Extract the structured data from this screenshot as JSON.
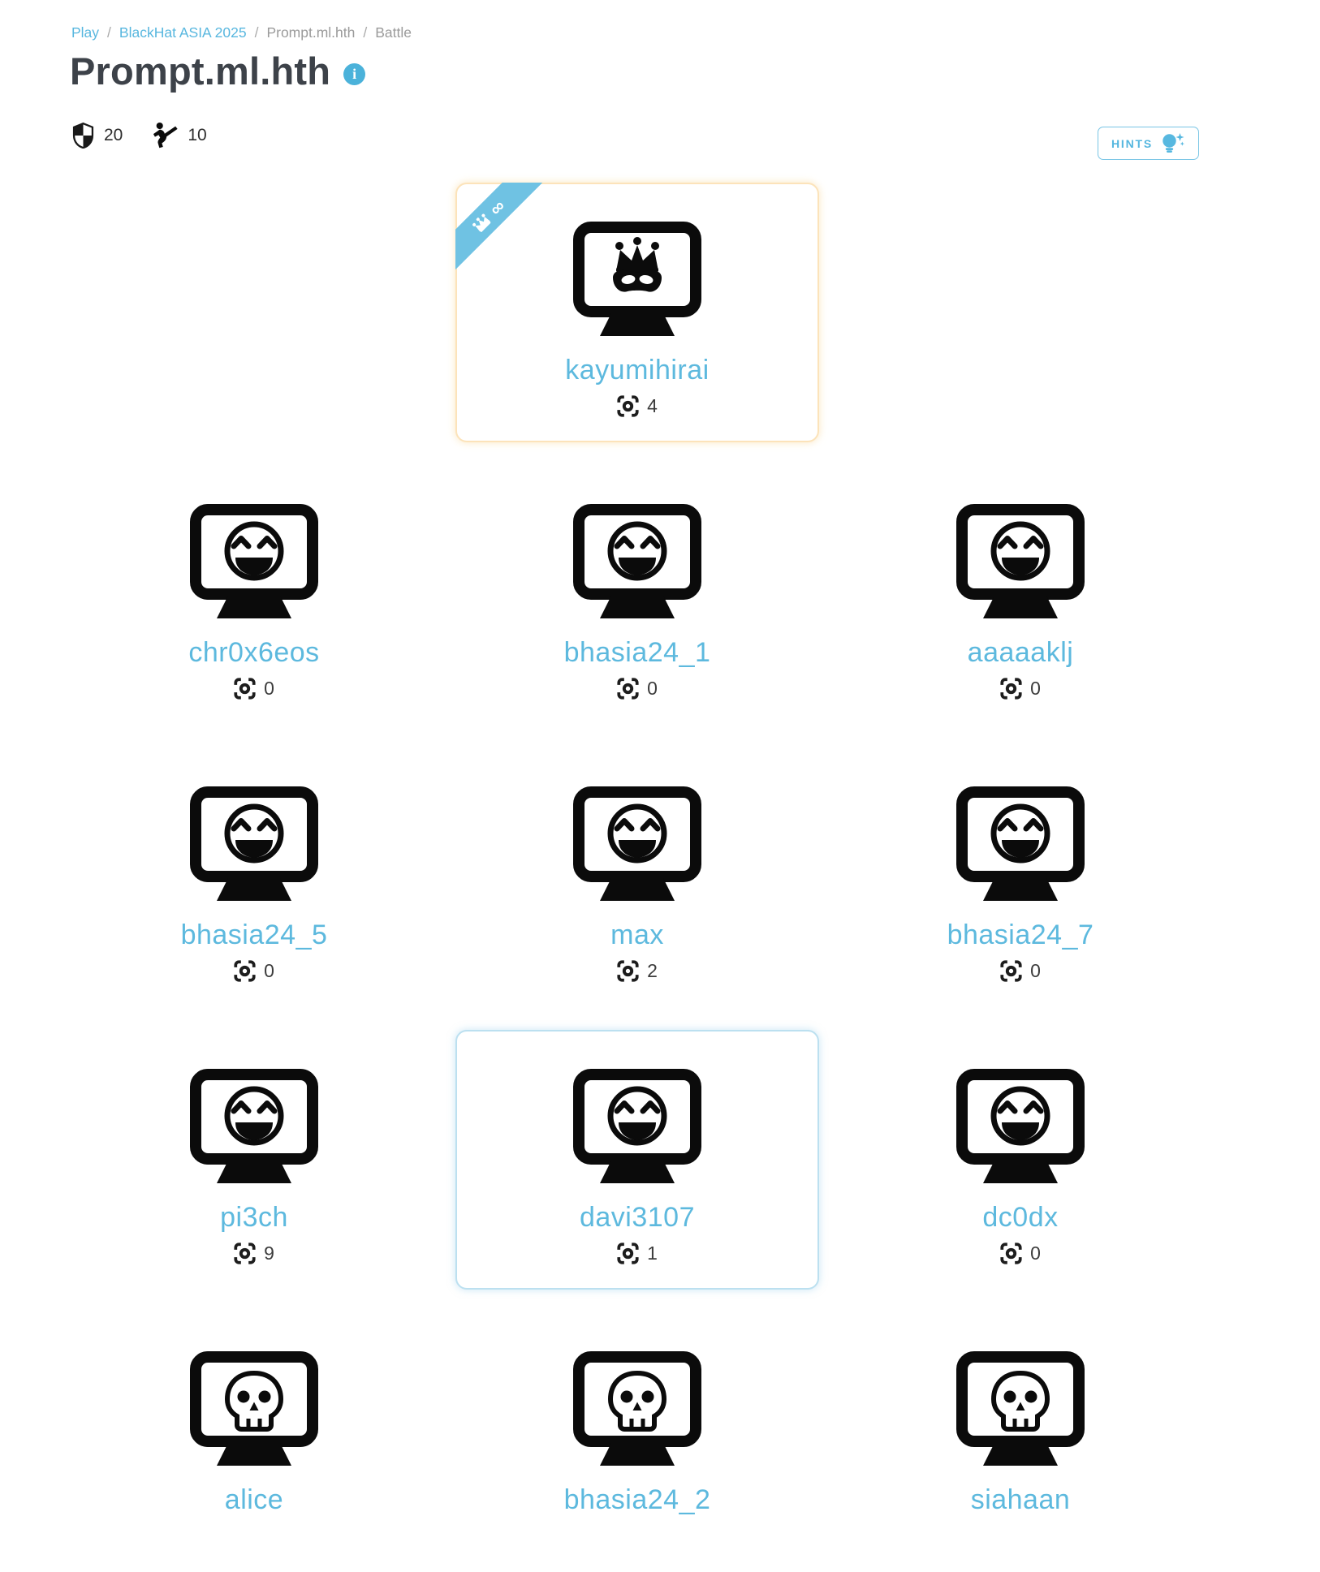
{
  "breadcrumb": {
    "separator": "/",
    "items": [
      {
        "label": "Play"
      },
      {
        "label": "BlackHat ASIA 2025"
      },
      {
        "label": "Prompt.ml.hth"
      },
      {
        "label": "Battle"
      }
    ]
  },
  "header": {
    "title": "Prompt.ml.hth",
    "info_icon": "info-icon",
    "stats": {
      "defense_icon": "shield-icon",
      "defense_value": "20",
      "offense_icon": "martial-arts-kick-icon",
      "offense_value": "10"
    },
    "hints_button": {
      "label": "HINTS",
      "icon": "lightbulb-sparkle-icon"
    }
  },
  "king_ribbon": {
    "icon": "crown-icon",
    "text": "∞"
  },
  "players": [
    {
      "name": "kayumihirai",
      "captures": "4",
      "face": "king-mask",
      "state": "king"
    },
    {
      "name": "chr0x6eos",
      "captures": "0",
      "face": "happy",
      "state": "alive"
    },
    {
      "name": "bhasia24_1",
      "captures": "0",
      "face": "happy",
      "state": "alive"
    },
    {
      "name": "aaaaaklj",
      "captures": "0",
      "face": "happy",
      "state": "alive"
    },
    {
      "name": "bhasia24_5",
      "captures": "0",
      "face": "happy",
      "state": "alive"
    },
    {
      "name": "max",
      "captures": "2",
      "face": "happy",
      "state": "alive"
    },
    {
      "name": "bhasia24_7",
      "captures": "0",
      "face": "happy",
      "state": "alive"
    },
    {
      "name": "pi3ch",
      "captures": "9",
      "face": "happy",
      "state": "alive"
    },
    {
      "name": "davi3107",
      "captures": "1",
      "face": "happy",
      "state": "selected"
    },
    {
      "name": "dc0dx",
      "captures": "0",
      "face": "happy",
      "state": "alive"
    },
    {
      "name": "alice",
      "face": "skull",
      "state": "dead"
    },
    {
      "name": "bhasia24_2",
      "face": "skull",
      "state": "dead"
    },
    {
      "name": "siahaan",
      "face": "skull",
      "state": "dead"
    }
  ],
  "colors": {
    "accent_blue": "#58b7df",
    "ribbon_blue": "#6fc2e3",
    "king_card_border": "#fce3ba",
    "selected_card_border": "#bce0f0",
    "title_text": "#3d4249",
    "breadcrumb_gray": "#9b9b9b",
    "count_text": "#3c3c3c"
  }
}
